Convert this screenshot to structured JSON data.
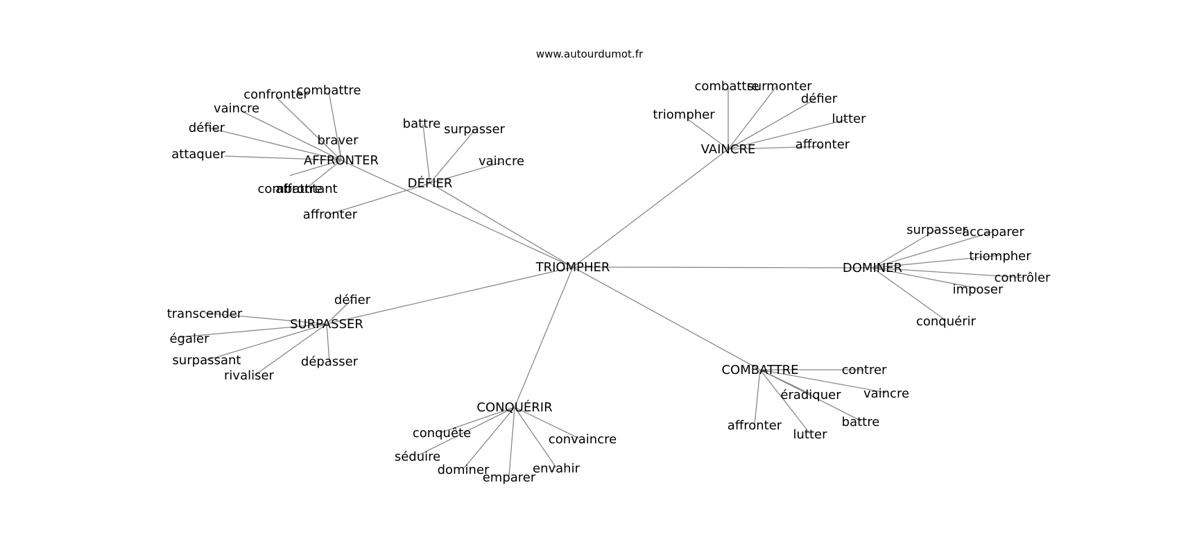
{
  "source": "www.autourdumot.fr",
  "root": "TRIOMPHER",
  "hubs": [
    {
      "id": "affronter",
      "label": "AFFRONTER",
      "leaves": [
        "confronter",
        "combattre",
        "vaincre",
        "braver",
        "défier",
        "attaquer",
        "combattre",
        "affrontant"
      ]
    },
    {
      "id": "defier",
      "label": "DÉFIER",
      "leaves": [
        "battre",
        "surpasser",
        "vaincre",
        "affronter"
      ]
    },
    {
      "id": "vaincre",
      "label": "VAINCRE",
      "leaves": [
        "combattre",
        "surmonter",
        "défier",
        "triompher",
        "lutter",
        "affronter"
      ]
    },
    {
      "id": "dominer",
      "label": "DOMINER",
      "leaves": [
        "surpasser",
        "accaparer",
        "triompher",
        "contrôler",
        "imposer",
        "conquérir"
      ]
    },
    {
      "id": "surpasser",
      "label": "SURPASSER",
      "leaves": [
        "défier",
        "transcender",
        "égaler",
        "surpassant",
        "rivaliser",
        "dépasser"
      ]
    },
    {
      "id": "combattre",
      "label": "COMBATTRE",
      "leaves": [
        "contrer",
        "éradiquer",
        "vaincre",
        "battre",
        "affronter",
        "lutter"
      ]
    },
    {
      "id": "conquerir",
      "label": "CONQUÉRIR",
      "leaves": [
        "conquête",
        "convaincre",
        "séduire",
        "dominer",
        "envahir",
        "emparer"
      ]
    }
  ]
}
